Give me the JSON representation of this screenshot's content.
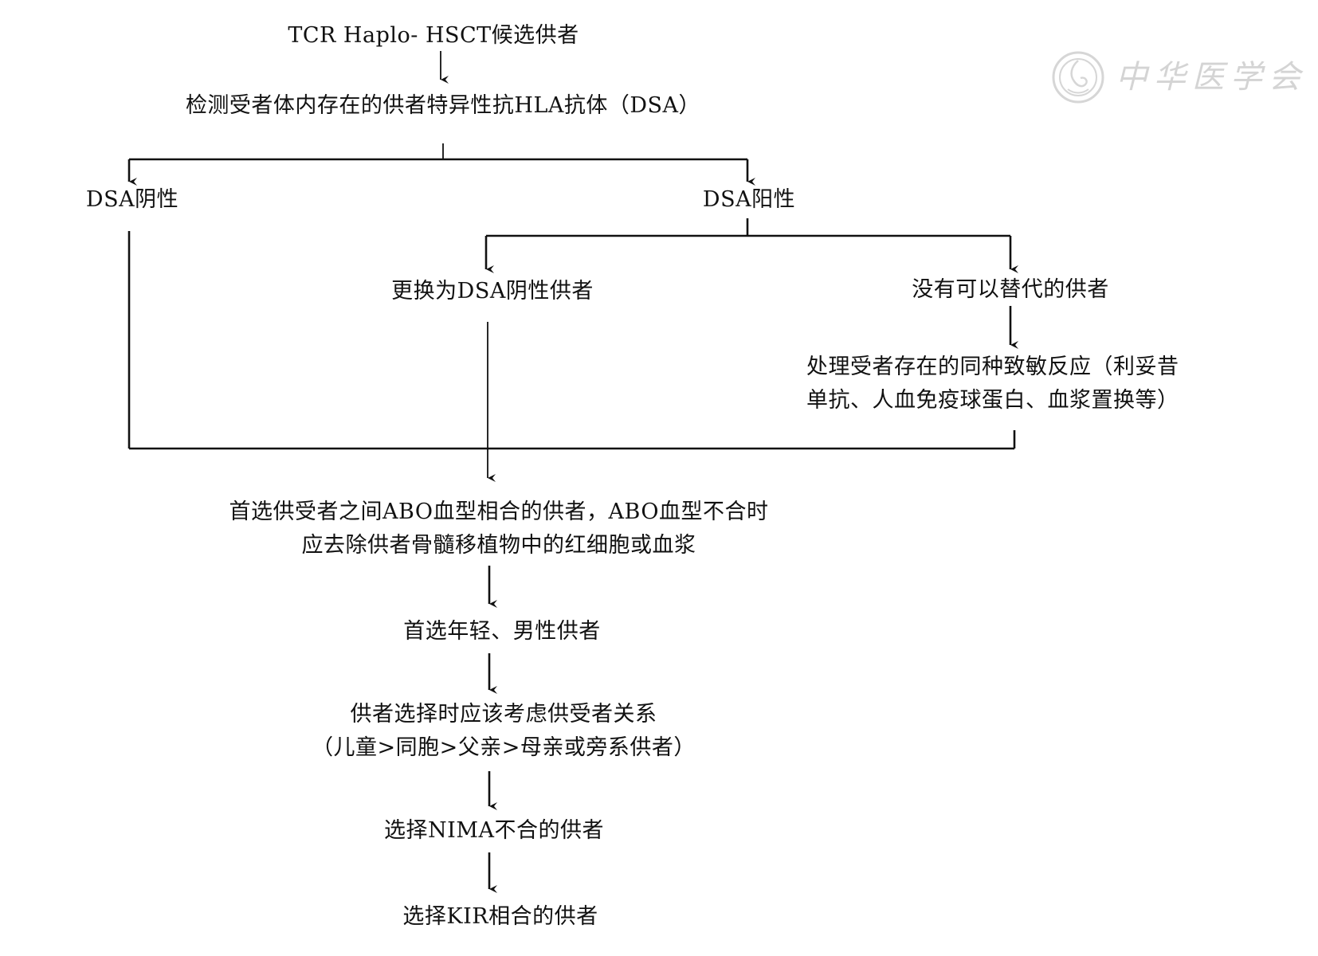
{
  "nodes": {
    "start": "TCR Haplo- HSCT候选供者",
    "dsa_test": "检测受者体内存在的供者特异性抗HLA抗体（DSA）",
    "dsa_negative": "DSA阴性",
    "dsa_positive": "DSA阳性",
    "switch_donor": "更换为DSA阴性供者",
    "no_alternative": "没有可以替代的供者",
    "desensitize_line1": "处理受者存在的同种致敏反应（利妥昔",
    "desensitize_line2": "单抗、人血免疫球蛋白、血浆置换等）",
    "abo_line1": "首选供受者之间ABO血型相合的供者，ABO血型不合时",
    "abo_line2": "应去除供者骨髓移植物中的红细胞或血浆",
    "young_male": "首选年轻、男性供者",
    "relation_line1": "供者选择时应该考虑供受者关系",
    "relation_line2": "（儿童>同胞>父亲>母亲或旁系供者）",
    "nima": "选择NIMA不合的供者",
    "kir": "选择KIR相合的供者"
  },
  "watermark": {
    "text": "中华医学会"
  }
}
